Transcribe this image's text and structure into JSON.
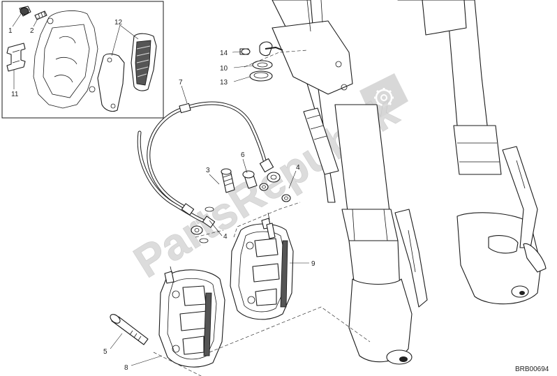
{
  "diagram": {
    "drawing_code": "BRB00694",
    "watermark": "PartsRepublik",
    "callouts": {
      "c1": "1",
      "c2": "2",
      "c3": "3",
      "c4a": "4",
      "c4b": "4",
      "c5": "5",
      "c6": "6",
      "c7": "7",
      "c8": "8",
      "c9": "9",
      "c10": "10",
      "c11": "11",
      "c12": "12",
      "c13": "13",
      "c14": "14"
    }
  }
}
